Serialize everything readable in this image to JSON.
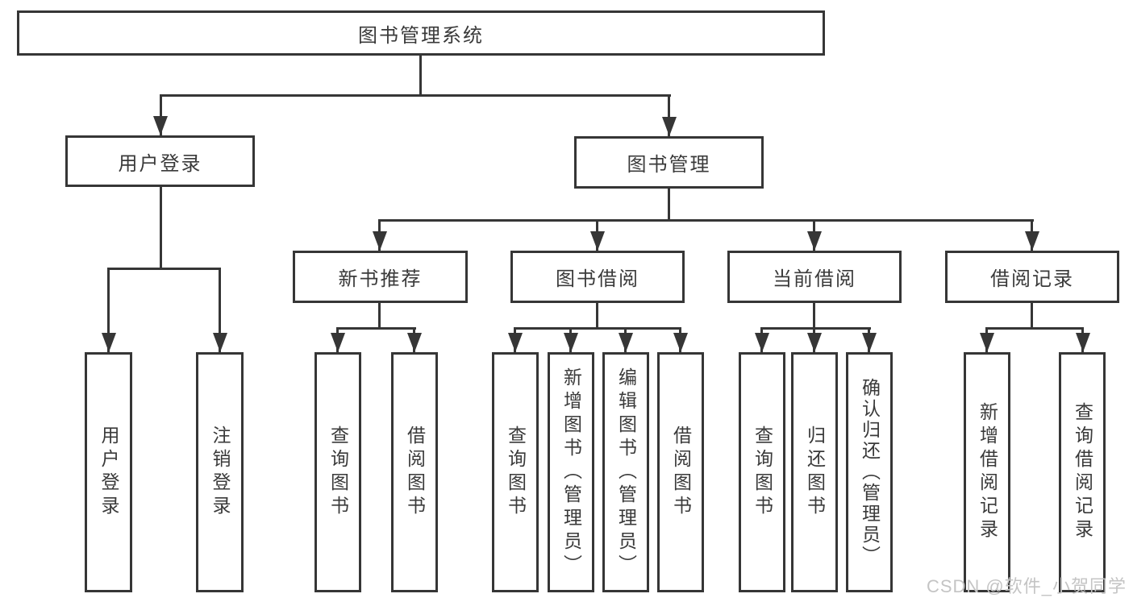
{
  "colors": {
    "line": "#363636",
    "text": "#3a3a3a",
    "watermark": "#c4c4c4",
    "background": "#ffffff"
  },
  "root": {
    "label": "图书管理系统"
  },
  "branches": {
    "user_login": {
      "label": "用户登录",
      "children": [
        "用户登录",
        "注销登录"
      ]
    },
    "book_mgmt": {
      "label": "图书管理"
    }
  },
  "modules": {
    "recommend": {
      "label": "新书推荐",
      "children": [
        "查询图书",
        "借阅图书"
      ]
    },
    "borrow": {
      "label": "图书借阅",
      "children": [
        "查询图书",
        "新增图书（管理员）",
        "编辑图书（管理员）",
        "借阅图书"
      ]
    },
    "current": {
      "label": "当前借阅",
      "children": [
        "查询图书",
        "归还图书",
        "确认归还（管理员）"
      ]
    },
    "records": {
      "label": "借阅记录",
      "children": [
        "新增借阅记录",
        "查询借阅记录"
      ]
    }
  },
  "watermark": "CSDN @软件_小贺同学"
}
